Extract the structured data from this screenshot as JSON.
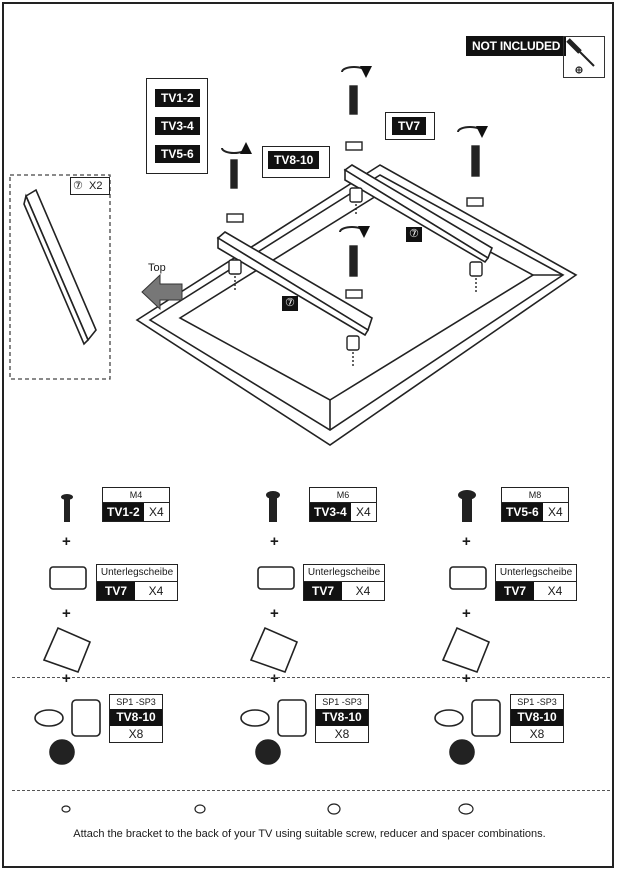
{
  "not_included": "NOT INCLUDED",
  "top_label": "Top",
  "bracket_count": {
    "num": "⑦",
    "qty": "X2"
  },
  "bracket_num": "⑦",
  "tv_groups": [
    "TV1-2",
    "TV3-4",
    "TV5-6"
  ],
  "tv7": "TV7",
  "tv8_10": "TV8-10",
  "screws": [
    {
      "size": "M4",
      "tv": "TV1-2",
      "qty": "X4"
    },
    {
      "size": "M6",
      "tv": "TV3-4",
      "qty": "X4"
    },
    {
      "size": "M8",
      "tv": "TV5-6",
      "qty": "X4"
    }
  ],
  "washer": {
    "title": "Unterlegscheibe",
    "tv": "TV7",
    "qty": "X4"
  },
  "spacer": {
    "title": "SP1 -SP3",
    "tv": "TV8-10",
    "qty": "X8"
  },
  "plus": "+",
  "caption": "Attach the bracket to the back of your TV using suitable screw, reducer and spacer combinations."
}
